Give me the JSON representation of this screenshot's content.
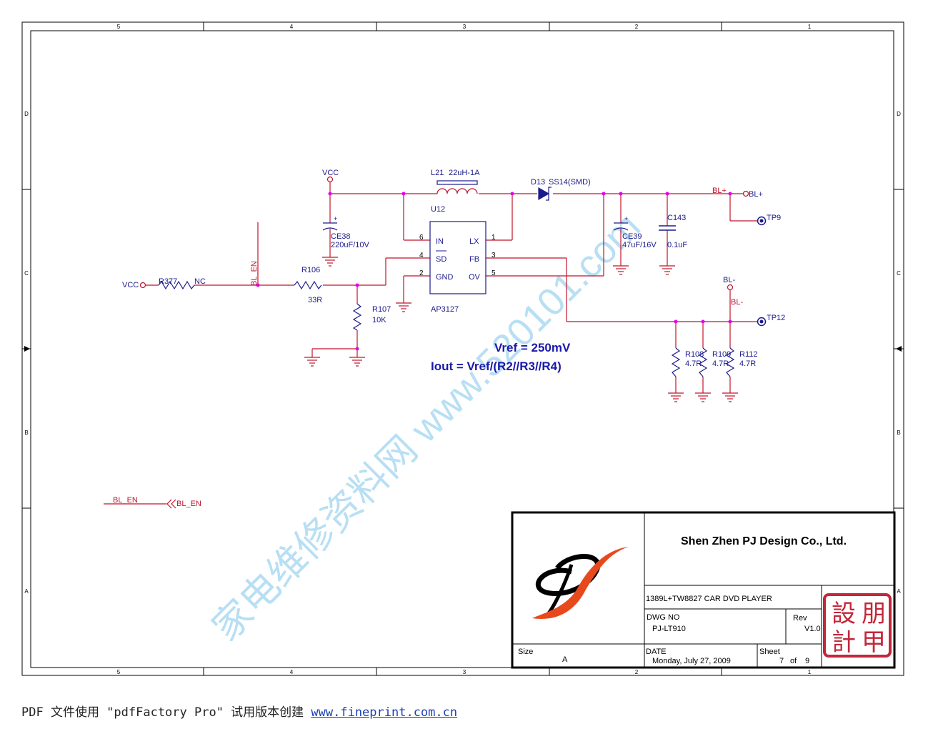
{
  "colors": {
    "wire": "#c0142c",
    "label_blue": "#1a1a8c",
    "net_red": "#c0142c",
    "node": "#e600e6",
    "border": "#000000",
    "watermark": "#7fc6ea"
  },
  "frame": {
    "col_labels": [
      "5",
      "4",
      "3",
      "2",
      "1"
    ],
    "row_labels": [
      "D",
      "C",
      "B",
      "A"
    ]
  },
  "parts": {
    "vcc_top": "VCC",
    "vcc_left": "VCC",
    "l21": "L21",
    "l21_value": "22uH-1A",
    "d13": "D13",
    "d13_value": "SS14(SMD)",
    "u12": "U12",
    "u12_part": "AP3127",
    "pin_in": "IN",
    "pin_sd": "SD",
    "pin_gnd": "GND",
    "pin_lx": "LX",
    "pin_fb": "FB",
    "pin_ov": "OV",
    "pin_n6": "6",
    "pin_n4": "4",
    "pin_n2": "2",
    "pin_n1": "1",
    "pin_n3": "3",
    "pin_n5": "5",
    "ce38": "CE38",
    "ce38_value": "220uF/10V",
    "ce39": "CE39",
    "ce39_value": "47uF/16V",
    "c143": "C143",
    "c143_value": "0.1uF",
    "r377": "R377",
    "r377_value": "NC",
    "r106": "R106",
    "r106_value": "33R",
    "r107": "R107",
    "r107_value": "10K",
    "r108": "R108",
    "r108_value": "4.7R",
    "r109": "R109",
    "r109_value": "4.7R",
    "r112": "R112",
    "r112_value": "4.7R",
    "tp9": "TP9",
    "tp12": "TP12",
    "plus_sign": "+"
  },
  "nets": {
    "bl_plus_wire": "BL+",
    "bl_plus_port": "BL+",
    "bl_minus_port": "BL-",
    "bl_minus_wire": "BL-",
    "bl_en_vertical": "BL_EN",
    "bl_en_wire": "BL_EN",
    "bl_en_port": "BL_EN"
  },
  "formulas": {
    "vref": "Vref = 250mV",
    "iout": "Iout = Vref/(R2//R3//R4)"
  },
  "watermark": "家电维修资料网 www.520101.com",
  "title_block": {
    "company": "Shen Zhen PJ Design Co., Ltd.",
    "product": "1389L+TW8827 CAR DVD PLAYER",
    "dwg_label": "DWG NO",
    "dwg_value": "PJ-LT910",
    "rev_label": "Rev",
    "rev_value": "V1.0",
    "size_label": "Size",
    "size_value": "A",
    "date_label": "DATE",
    "date_value": "Monday, July 27, 2009",
    "sheet_label": "Sheet",
    "sheet_value": "7",
    "of_label": "of",
    "sheet_total": "9",
    "seal_text": [
      "朋",
      "設",
      "甲",
      "計"
    ]
  },
  "footer": {
    "text": "PDF 文件使用 \"pdfFactory Pro\" 试用版本创建 ",
    "link": "www.fineprint.com.cn"
  }
}
